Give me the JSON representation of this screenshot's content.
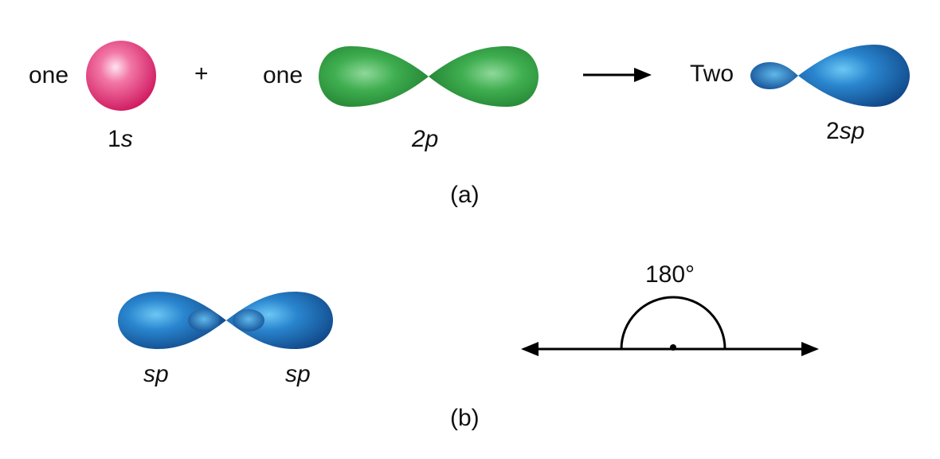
{
  "part_a": {
    "left_word": "one",
    "s_orbital_label_num": "1",
    "s_orbital_label_sym": "s",
    "plus": "+",
    "middle_word": "one",
    "p_orbital_label": "2p",
    "result_word": "Two",
    "sp_label_num": "2",
    "sp_label_sym": "sp",
    "caption": "(a)"
  },
  "part_b": {
    "left_lobe_label": "sp",
    "right_lobe_label": "sp",
    "angle_label": "180°",
    "caption": "(b)"
  },
  "colors": {
    "s_orbital": "#e8417c",
    "p_orbital": "#3aa34a",
    "sp_orbital": "#1f6fb8",
    "line": "#000000"
  }
}
